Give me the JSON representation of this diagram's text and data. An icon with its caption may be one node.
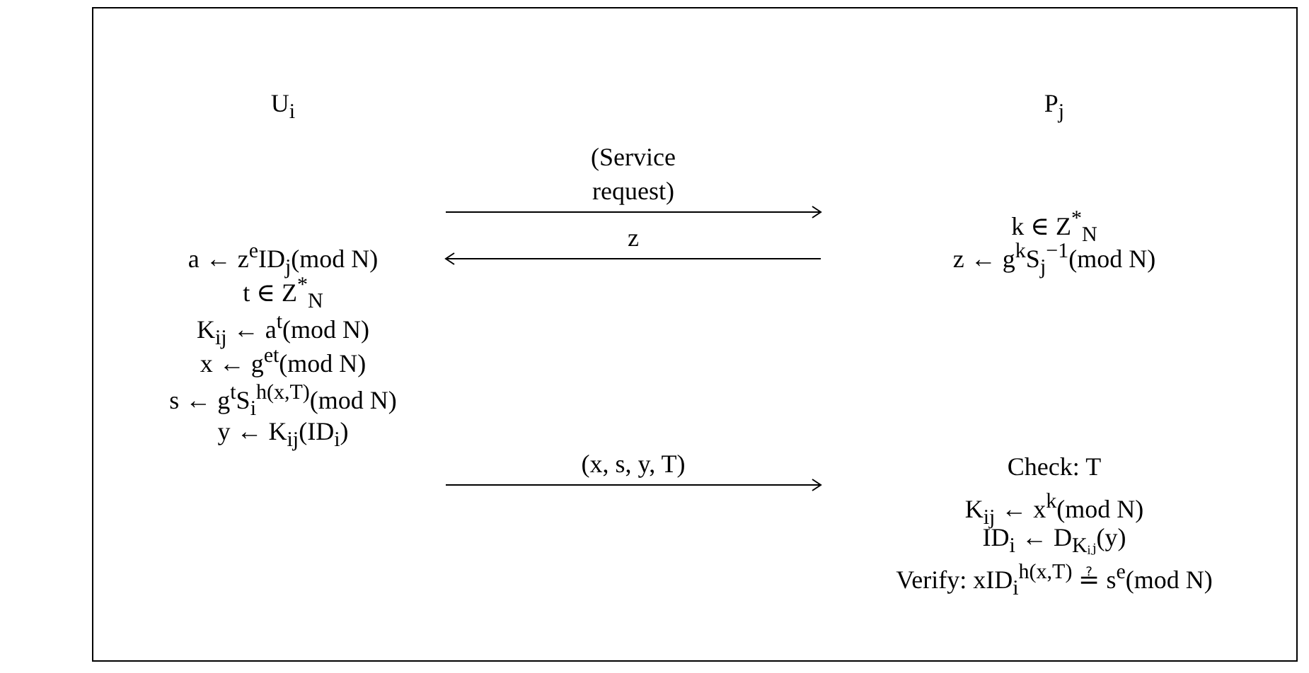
{
  "diagram": {
    "nodes": [
      {
        "text": [
          "U$_{i}$",
          "a ← z$^{e}$ID$_{j}$(mod N)",
          "t ∈ Z$^{*}$$_{N}$",
          "K$_{ij}$ ← a$^{t}$(mod N)",
          "x ← g$^{et}$(mod N)",
          "s ← g$^{t}$S$_{i}$$^{h(x,T)}$(mod N)",
          "y ← K$_{ij}$(ID$_{i}$)"
        ]
      },
      {
        "text": [
          "P$_{j}$",
          "k ∈ Z$^{*}$$_{N}$",
          "z ← g$^{k}$S$_{j}$$^{−1}$(mod N)",
          "Check: T",
          "K$_{ij}$ ← x$^{k}$(mod N)",
          "ID$_{i}$ ← D$_{Kᵢⱼ}$(y)",
          "Verify: xID$_{i}$$^{h(x,T)}$ ≟ s$^{e}$(mod N)"
        ]
      }
    ],
    "edges": [
      {
        "from": 0,
        "to": 1,
        "arrow": "to",
        "label": "(Service request)"
      },
      {
        "from": 1,
        "to": 0,
        "arrow": "to",
        "label": "z"
      },
      {
        "from": 0,
        "to": 1,
        "arrow": "to",
        "label": "(x, s, y, T)"
      }
    ]
  }
}
